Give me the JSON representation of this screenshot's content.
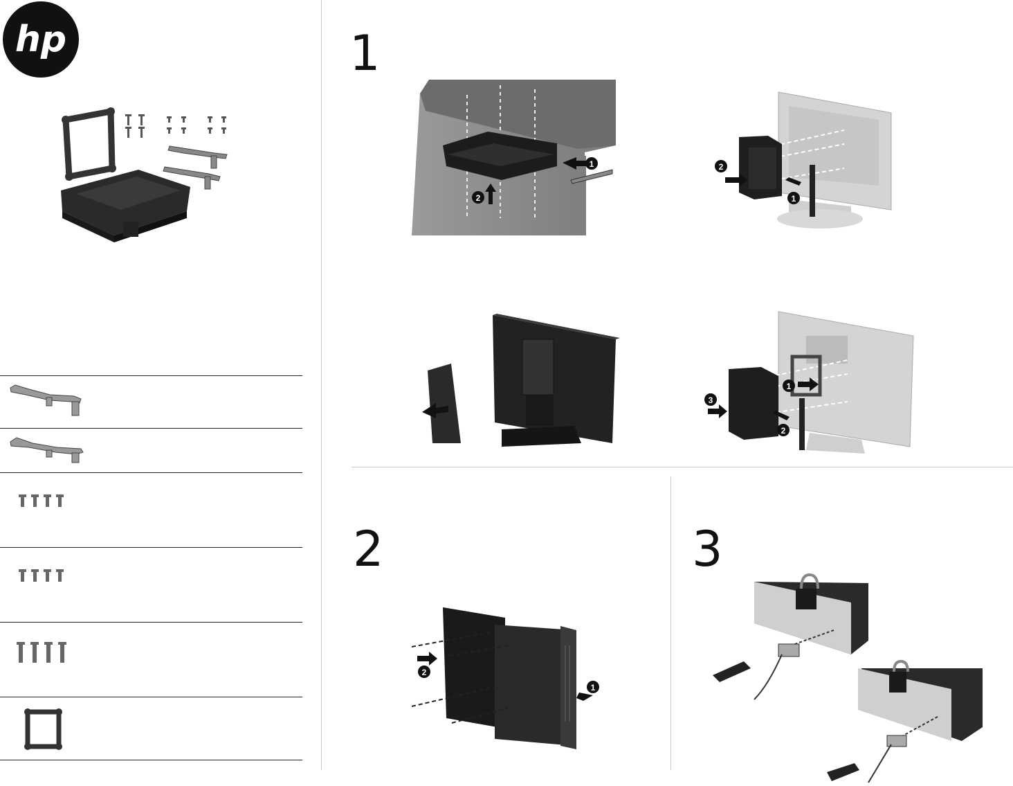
{
  "logo": {
    "text": "hp",
    "brand_color": "#111111"
  },
  "steps": [
    {
      "number": "1"
    },
    {
      "number": "2"
    },
    {
      "number": "3"
    }
  ],
  "callouts": [
    "1",
    "2",
    "3"
  ],
  "parts_list": [
    {
      "part": "long-bracket"
    },
    {
      "part": "short-bracket"
    },
    {
      "part": "short-screws",
      "count": 4
    },
    {
      "part": "short-screws",
      "count": 4
    },
    {
      "part": "long-screws",
      "count": 4
    },
    {
      "part": "vesa-frame"
    }
  ]
}
